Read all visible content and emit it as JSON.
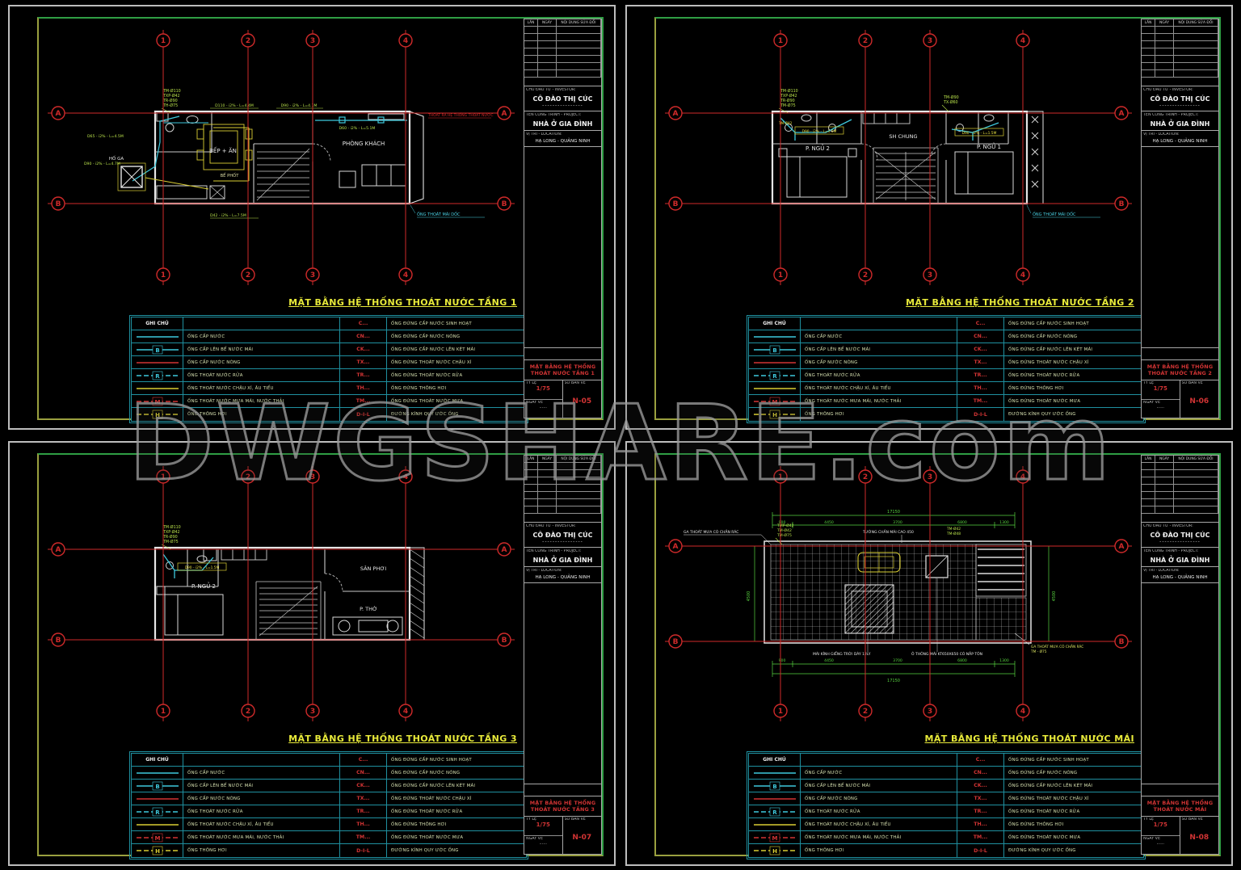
{
  "watermark": "DWGSHARE.com",
  "colors": {
    "grid_red": "#cf2a2a",
    "pipe_cyan": "#3ec9dd",
    "pipe_yellow": "#d9ce33",
    "annotation_green": "#b8e04a",
    "frame_green": "#2f9e44",
    "title_yellow": "#e8ea3a",
    "legend_border": "#1f90a0",
    "code_red": "#d23434"
  },
  "grid": {
    "cols": [
      "1",
      "2",
      "3",
      "4"
    ],
    "rows": [
      "A",
      "B"
    ]
  },
  "legend": {
    "header": "GHI CHÚ",
    "lines": [
      {
        "type": "cyan",
        "tag": "",
        "label": "ỐNG CẤP NƯỚC"
      },
      {
        "type": "cyan",
        "tag": "B",
        "label": "ỐNG CẤP LÊN BỂ NƯỚC MÁI"
      },
      {
        "type": "red",
        "tag": "",
        "label": "ỐNG CẤP NƯỚC NÓNG"
      },
      {
        "type": "cyan-dash",
        "tag": "R",
        "label": "ỐNG THOÁT NƯỚC RỬA"
      },
      {
        "type": "yellow",
        "tag": "",
        "label": "ỐNG THOÁT NƯỚC CHẬU XÍ, ÂU TIỂU"
      },
      {
        "type": "red-dash",
        "tag": "M",
        "label": "ỐNG THOÁT NƯỚC MƯA MÁI, NƯỚC THẢI"
      },
      {
        "type": "yellow-dash",
        "tag": "H",
        "label": "ỐNG THÔNG HƠI"
      }
    ],
    "risers": [
      {
        "code": "C...",
        "label": "ỐNG ĐỨNG CẤP NƯỚC SINH HOẠT"
      },
      {
        "code": "CN...",
        "label": "ỐNG ĐỨNG CẤP NƯỚC NÓNG"
      },
      {
        "code": "CK...",
        "label": "ỐNG ĐỨNG CẤP NƯỚC LÊN KÉT MÁI"
      },
      {
        "code": "TX...",
        "label": "ỐNG ĐỨNG THOÁT NƯỚC CHẬU XÍ"
      },
      {
        "code": "TR...",
        "label": "ỐNG ĐỨNG THOÁT NƯỚC RỬA"
      },
      {
        "code": "TH...",
        "label": "ỐNG ĐỨNG THÔNG HƠI"
      },
      {
        "code": "TM...",
        "label": "ỐNG ĐỨNG THOÁT NƯỚC MƯA"
      },
      {
        "code": "D-I-L",
        "label": "ĐƯỜNG KÍNH QUY ƯỚC ỐNG"
      }
    ]
  },
  "titleblock": {
    "rev_headers": [
      "LẦN",
      "NGÀY",
      "NỘI DUNG SỬA ĐỔI"
    ],
    "investor_label": "CHỦ ĐẦU TƯ - INVESTOR:",
    "investor": "CÔ ĐÀO THỊ CÚC",
    "dashes": "----------------",
    "project_label": "TÊN CÔNG TRÌNH - PROJECT:",
    "project": "NHÀ Ở GIA ĐÌNH",
    "location_label": "VỊ TRÍ - LOCATION:",
    "location": "HẠ LONG - QUẢNG NINH",
    "scale_label": "TỶ LỆ",
    "date_label": "NGÀY VẼ",
    "sheet_label": "SỐ BẢN VẼ",
    "scale": "1/75",
    "date_value": "......"
  },
  "sheets": [
    {
      "title": "MẶT BẰNG HỆ THỐNG THOÁT NƯỚC TẦNG 1",
      "block_title": [
        "MẶT BẰNG HỆ THỐNG",
        "THOÁT NƯỚC TẦNG 1"
      ],
      "number": "N-05",
      "rooms": {
        "kitchen": "BẾP + ĂN",
        "living": "PHÒNG KHÁCH",
        "septic": "BỂ PHỐT",
        "pit": "HỐ GA"
      },
      "stack": [
        "TM-Ø110",
        "TXP-Ø42",
        "TR-Ø90",
        "TH-Ø75"
      ],
      "dims": [
        "D110 - i2% - L=4.4M",
        "D90 - i2% - L=4.1M",
        "D60 - i2% - L=5.1M",
        "D65 - i2% - L=4.5M",
        "D90 - i2% - L=4.7M",
        "D42 - i2% - L=7.5M"
      ],
      "note_red": "THOÁT RA HỆ THỐNG THOÁT NƯỚC",
      "note_drain": "ỐNG THOÁT MÁI DỐC"
    },
    {
      "title": "MẶT BẰNG HỆ THỐNG THOÁT NƯỚC TẦNG 2",
      "block_title": [
        "MẶT BẰNG HỆ THỐNG",
        "THOÁT NƯỚC TẦNG 2"
      ],
      "number": "N-06",
      "rooms": {
        "bed2": "P. NGỦ 2",
        "common": "SH CHUNG",
        "bed1": "P. NGỦ 1"
      },
      "stack": [
        "TM-Ø110",
        "TXP-Ø42",
        "TR-Ø90",
        "TM-Ø75"
      ],
      "stack2": [
        "TM-Ø90",
        "TX-Ø60"
      ],
      "tag": "TM-Ø42",
      "dims": [
        "D90 - i2% - L=1.5M",
        "D90 - i2% - L=1.5M"
      ],
      "note_drain": "ỐNG THOÁT MÁI DỐC"
    },
    {
      "title": "MẶT BẰNG HỆ THỐNG THOÁT NƯỚC TẦNG 3",
      "block_title": [
        "MẶT BẰNG HỆ THỐNG",
        "THOÁT NƯỚC TẦNG 3"
      ],
      "number": "N-07",
      "rooms": {
        "bed": "P. NGỦ 2",
        "yard": "SÂN PHƠI",
        "worship": "P. THỜ"
      },
      "stack": [
        "TM-Ø110",
        "TXP-Ø42",
        "TR-Ø90",
        "TM-Ø75"
      ],
      "dims": [
        "D90 - i2% - L=1.5M"
      ]
    },
    {
      "title": "MẶT BẰNG HỆ THỐNG THOÁT NƯỚC MÁI",
      "block_title": [
        "MẶT BẰNG HỆ THỐNG",
        "THOÁT NƯỚC MÁI"
      ],
      "number": "N-08",
      "notes": {
        "left": "GA THOÁT MƯA CÓ CHẮN RÁC",
        "wall": "TƯỜNG CHẮN MÁI CAO 450",
        "sky": "MÁI KÍNH GIẾNG TRỜI DÀY 12LY",
        "vent": "Ô THÔNG MÁI KT650X650 CÓ NẮP TÔN",
        "right1": "GA THOÁT MƯA CÓ CHẮN RÁC",
        "right2": "TM - Ø75"
      },
      "stack": [
        "TMP-Ø42",
        "TM-Ø42",
        "TM-Ø75"
      ],
      "tags_wall": [
        "TM-Ø42",
        "TM-Ø48"
      ],
      "dims": {
        "total": "17150",
        "segs": [
          "900",
          "4450",
          "3700",
          "6800",
          "1300"
        ],
        "side": "4500"
      }
    }
  ]
}
